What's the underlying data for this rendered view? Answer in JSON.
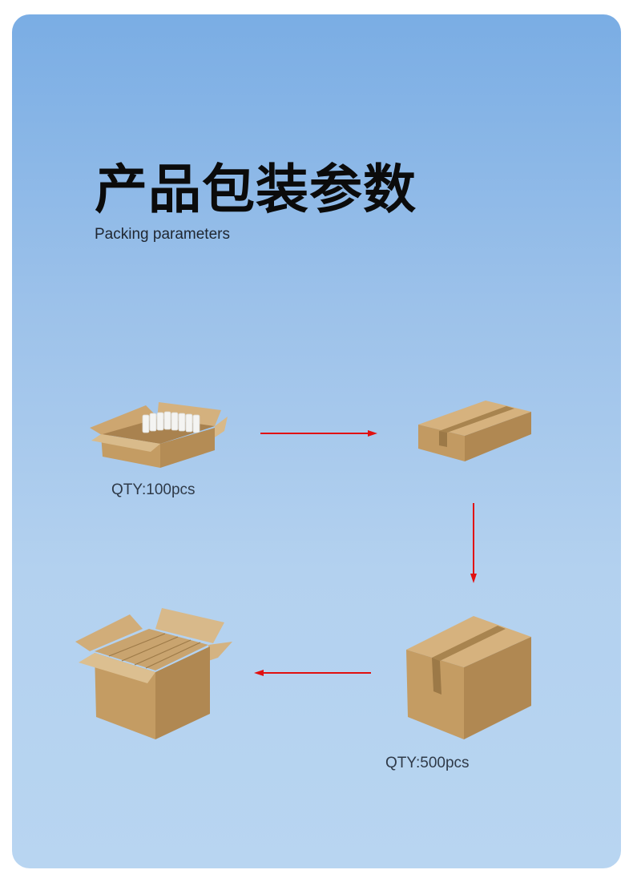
{
  "page": {
    "title": "产品包装参数",
    "subtitle": "Packing parameters"
  },
  "steps": [
    {
      "name": "open-inner-box-with-products",
      "qty_label": "QTY:100pcs"
    },
    {
      "name": "sealed-inner-box",
      "qty_label": ""
    },
    {
      "name": "sealed-outer-carton",
      "qty_label": "QTY:500pcs"
    },
    {
      "name": "open-outer-carton-with-inner-boxes",
      "qty_label": ""
    }
  ],
  "colors": {
    "background_top": "#7aade4",
    "background_bottom": "#b8d5f1",
    "cardboard": "#c9a46f",
    "tape": "#a8844f",
    "arrow": "#e11010",
    "title_text": "#0b0b0b"
  },
  "icons": [
    "cardboard-box-icon",
    "arrow-right-icon",
    "arrow-down-icon",
    "arrow-left-icon"
  ]
}
